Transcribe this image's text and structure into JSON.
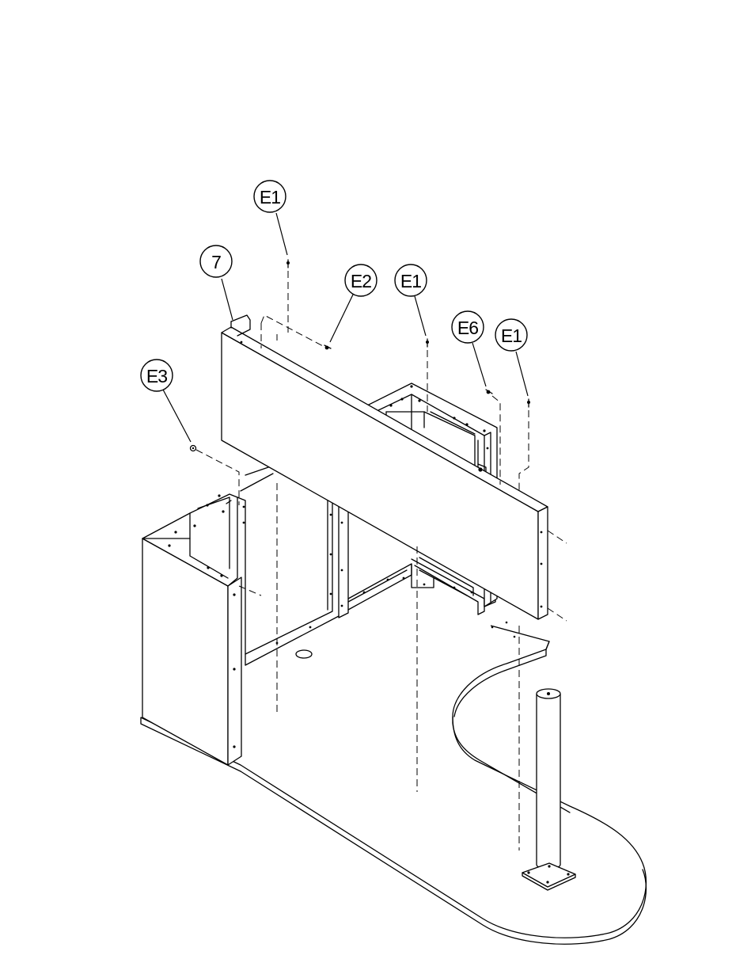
{
  "diagram": {
    "callouts": [
      {
        "id": "c1",
        "label": "E1"
      },
      {
        "id": "c2",
        "label": "7"
      },
      {
        "id": "c3",
        "label": "E2"
      },
      {
        "id": "c4",
        "label": "E1"
      },
      {
        "id": "c5",
        "label": "E6"
      },
      {
        "id": "c6",
        "label": "E1"
      },
      {
        "id": "c7",
        "label": "E3"
      }
    ]
  }
}
